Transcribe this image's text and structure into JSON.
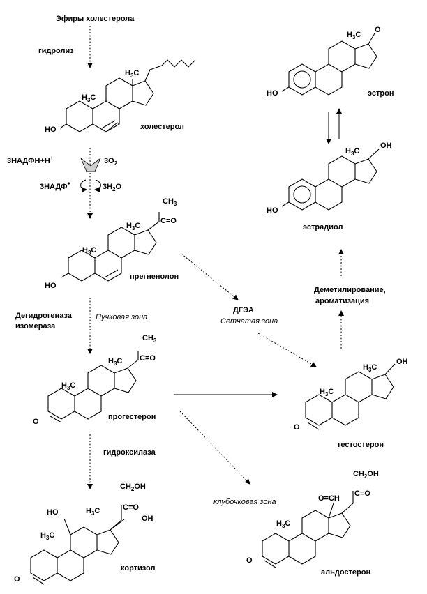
{
  "labels": {
    "cholesterol_esters": "Эфиры холестерола",
    "hydrolysis": "гидролиз",
    "cholesterol": "холестерол",
    "nadph": "3НАДФН+Н",
    "nadp": "3НАДФ",
    "o2": "3O",
    "h2o": "3H",
    "h2o_tail": "O",
    "pregnenolone": "прегненолон",
    "dehydrogenase": "Дегидрогеназа",
    "isomerase": "изомераза",
    "fascicular_zone": "Пучковая зона",
    "dhea": "ДГЭА",
    "reticular_zone": "Сетчатая зона",
    "progesterone": "прогестерон",
    "hydroxylase": "гидроксилаза",
    "cortisol": "кортизол",
    "glomerular_zone": "клубочковая зона",
    "aldosterone": "альдостерон",
    "testosterone": "тестостерон",
    "demethylation": "Деметилирование,",
    "aromatization": "ароматизация",
    "estradiol": "эстрадиол",
    "estrone": "эстрон"
  },
  "atoms": {
    "h3c": "H",
    "h3c_tail": "C",
    "ho": "HO",
    "oh": "OH",
    "o": "O",
    "ch3": "CH",
    "ceq_o": "C=O",
    "ch2oh": "CH",
    "ch2oh_tail": "OH",
    "o_eq_ch": "O=CH",
    "num3": "3",
    "num2": "2",
    "plus": "+"
  }
}
